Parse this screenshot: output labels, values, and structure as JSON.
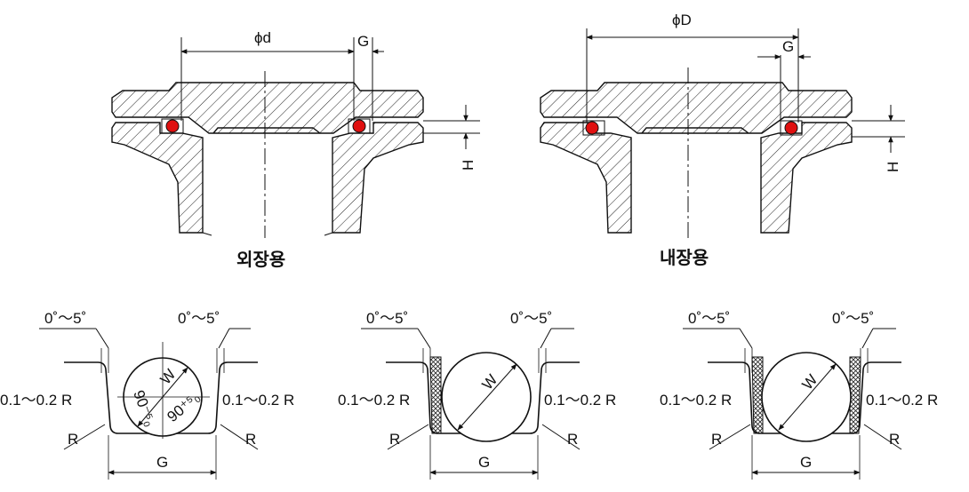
{
  "top": {
    "external": {
      "diameter_label": "ϕd",
      "gap_label": "G",
      "height_label": "H",
      "caption": "외장용"
    },
    "internal": {
      "diameter_label": "ϕD",
      "gap_label": "G",
      "height_label": "H",
      "caption": "내장용"
    }
  },
  "grooves": [
    {
      "angle_left": "0˚～5˚",
      "angle_right": "0˚～5˚",
      "radius_left": "0.1～0.2 R",
      "radius_right": "0.1～0.2 R",
      "corner_left": "R",
      "corner_right": "R",
      "width": "G",
      "diameter": "W",
      "angle_a": "90⁻⁵₀",
      "angle_b": "90⁺⁵₀"
    },
    {
      "angle_left": "0˚～5˚",
      "angle_right": "0˚～5˚",
      "radius_left": "0.1～0.2 R",
      "radius_right": "0.1～0.2 R",
      "corner_left": "R",
      "corner_right": "R",
      "width": "G",
      "diameter": "W"
    },
    {
      "angle_left": "0˚～5˚",
      "angle_right": "0˚～5˚",
      "radius_left": "0.1～0.2 R",
      "radius_right": "0.1～0.2 R",
      "corner_left": "R",
      "corner_right": "R",
      "width": "G",
      "diameter": "W"
    }
  ],
  "colors": {
    "oring": "#e01010",
    "line": "#111111"
  }
}
